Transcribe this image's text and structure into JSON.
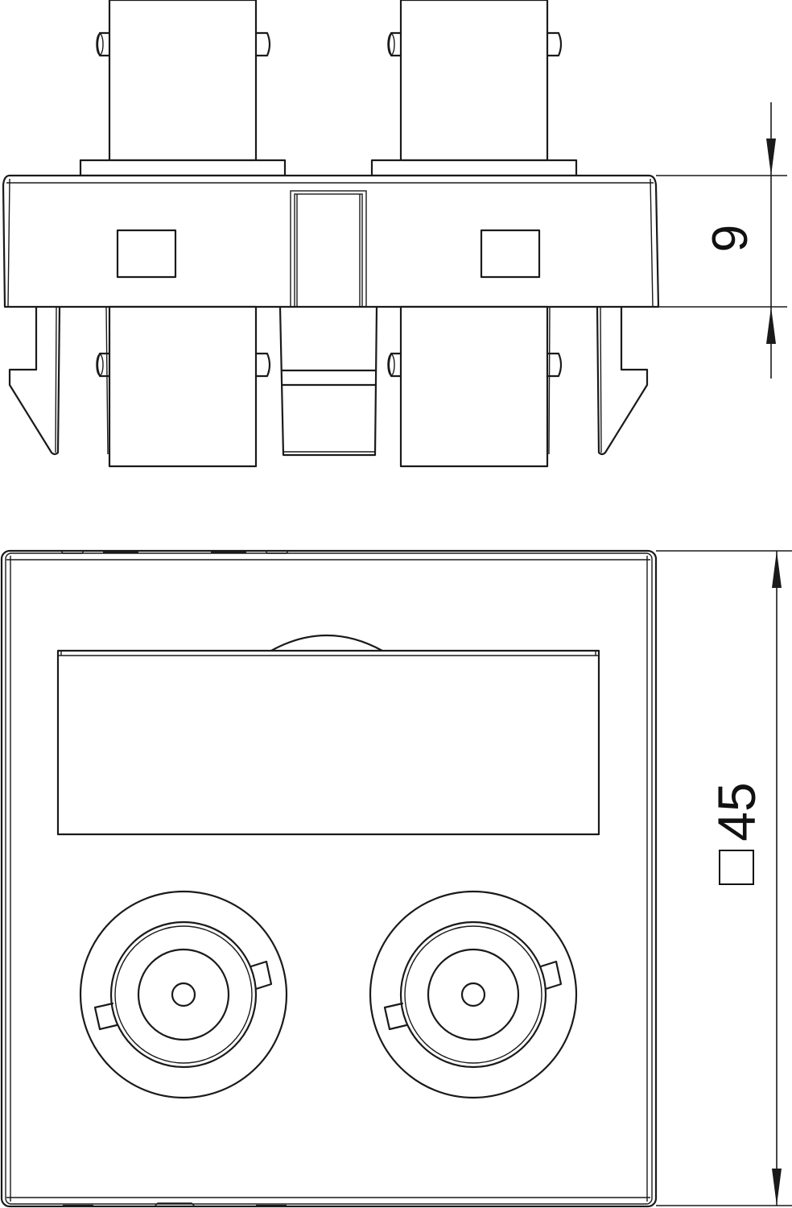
{
  "drawing": {
    "type": "technical-drawing",
    "subject": "Modular faceplate with two BNC connectors",
    "views": [
      {
        "name": "side-view",
        "description": "Side elevation showing two BNC connector bodies above and below the module frame"
      },
      {
        "name": "front-view",
        "description": "Front view of square module with label window and two BNC sockets"
      }
    ],
    "line_color": "#1a1a1a",
    "background": "#ffffff"
  },
  "dimensions": {
    "height": {
      "value": "9",
      "orientation": "vertical",
      "view": "side-view"
    },
    "square_size": {
      "symbol": "□",
      "value": "45",
      "orientation": "vertical",
      "view": "front-view"
    }
  },
  "front_view": {
    "connectors": [
      {
        "name": "bnc-left",
        "type": "BNC socket"
      },
      {
        "name": "bnc-right",
        "type": "BNC socket"
      }
    ],
    "label_window": {
      "present": true
    }
  }
}
